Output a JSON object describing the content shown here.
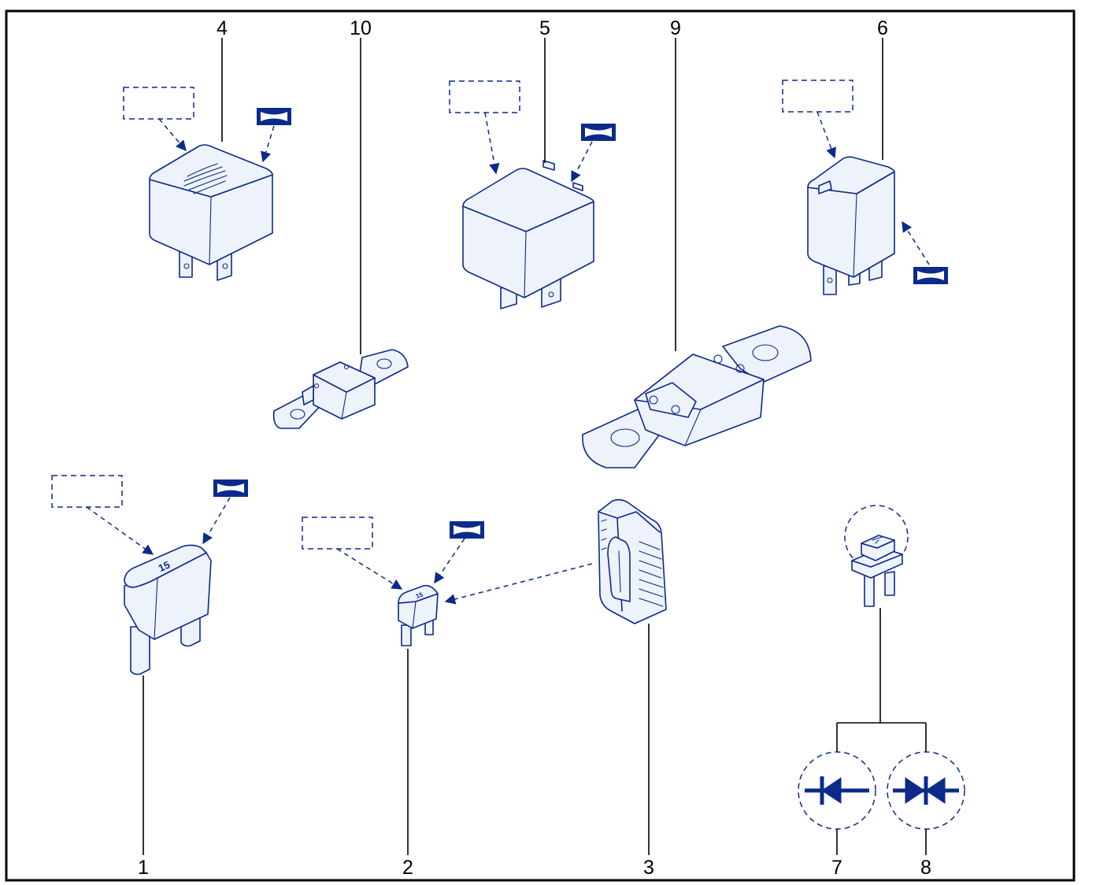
{
  "callouts": {
    "c1": "1",
    "c2": "2",
    "c3": "3",
    "c4": "4",
    "c5": "5",
    "c6": "6",
    "c7": "7",
    "c8": "8",
    "c9": "9",
    "c10": "10"
  },
  "fuse_markings": {
    "maxi_fuse": "15",
    "mini_fuse": "15"
  },
  "icons": {
    "label_box": "dashed-rectangle-label-icon",
    "connector_symbol": "connector-tag-icon",
    "diode": "diode-symbol-icon",
    "double_diode": "double-diode-symbol-icon"
  },
  "colors": {
    "line": "#0b2a8a",
    "fill": "#eef2fb",
    "leader": "#000000"
  }
}
